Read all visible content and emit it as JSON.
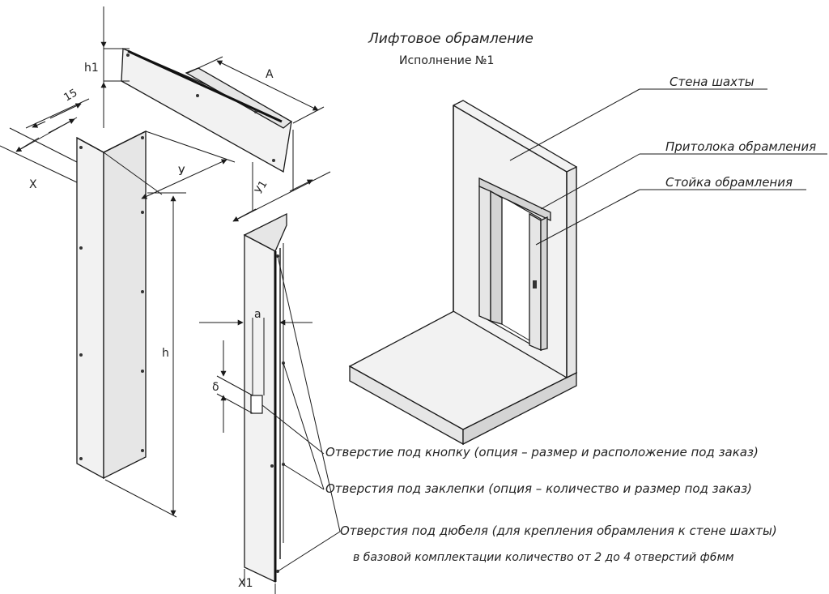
{
  "title": {
    "main": "Лифтовое обрамление",
    "sub": "Исполнение №1"
  },
  "dimensions": {
    "h1": "h1",
    "a": "A",
    "fifteen": "15",
    "x": "X",
    "y": "У",
    "y1": "У1",
    "h": "h",
    "alpha": "a",
    "delta": "δ",
    "x1": "X1"
  },
  "callouts": {
    "shaft_wall": "Стена шахты",
    "lintel": "Притолока обрамления",
    "post": "Стойка обрамления",
    "button_hole": "Отверстие под кнопку  (опция – размер и расположение под заказ)",
    "rivet_holes": "Отверстия под заклепки  (опция – количество и размер под заказ)",
    "dowel_holes": "Отверстия под дюбеля (для крепления обрамления к стене шахты)",
    "dowel_note": "в базовой комплектации количество от 2 до 4 отверстий ф6мм"
  }
}
